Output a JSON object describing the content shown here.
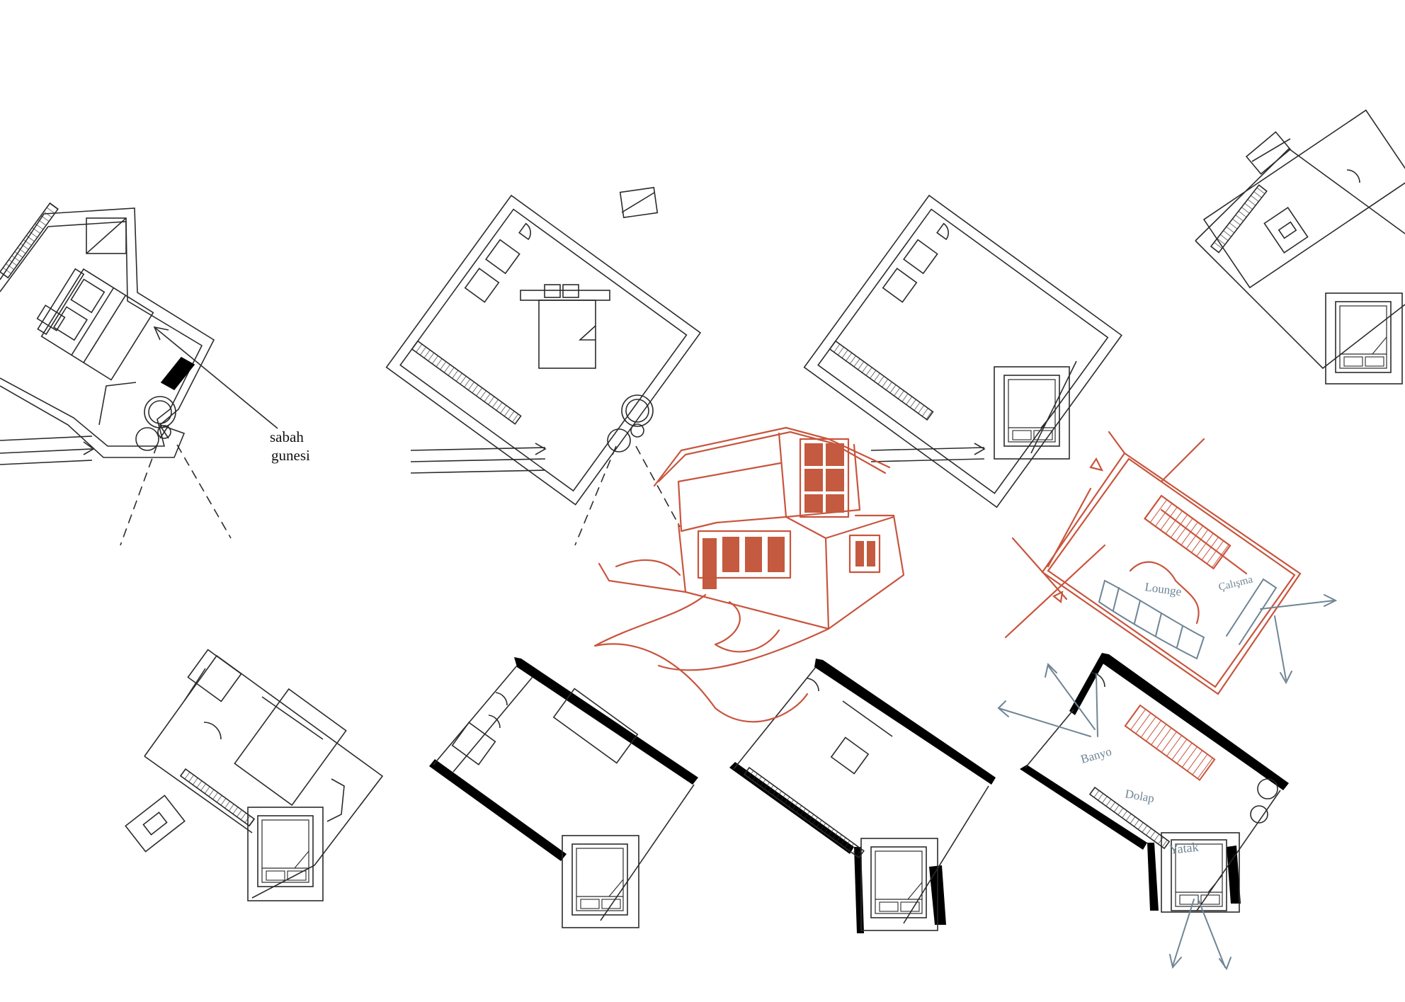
{
  "annotations": {
    "sun_line1": "sabah",
    "sun_line2": "gunesi",
    "lounge": "Lounge",
    "calisma": "Çalışma",
    "banyo": "Banyo",
    "dolap": "Dolap",
    "yatak": "Yatak"
  },
  "colors": {
    "plan_line": "#2b2b2b",
    "wall_fill": "#000000",
    "sketch_red": "#c8553d",
    "sketch_fill": "#c45a3f",
    "note_blue": "#6f8594"
  },
  "icons": [
    "arrow-icon",
    "door-swing-icon",
    "bed-icon",
    "closet-icon"
  ]
}
